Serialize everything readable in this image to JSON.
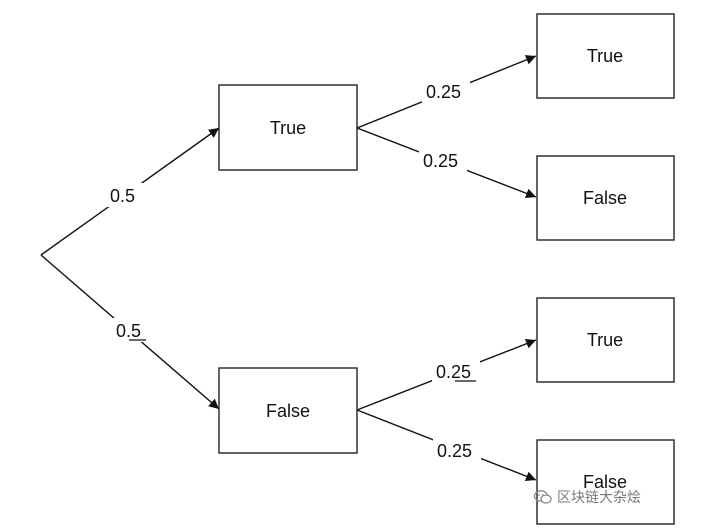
{
  "colors": {
    "stroke": "#111111",
    "box_fill": "#ffffff",
    "watermark": "#7a7a7a"
  },
  "root_edges": {
    "upper": "0.5",
    "lower": "0.5"
  },
  "level1": {
    "top": "True",
    "bottom": "False"
  },
  "level1_edges": {
    "top_to_true": "0.25",
    "top_to_false": "0.25",
    "bottom_to_true": "0.25",
    "bottom_to_false": "0.25"
  },
  "leaves": {
    "tt": "True",
    "tf": "False",
    "ft": "True",
    "ff": "False"
  },
  "watermark": {
    "text": "区块链大杂烩",
    "icon": "wechat-icon"
  }
}
